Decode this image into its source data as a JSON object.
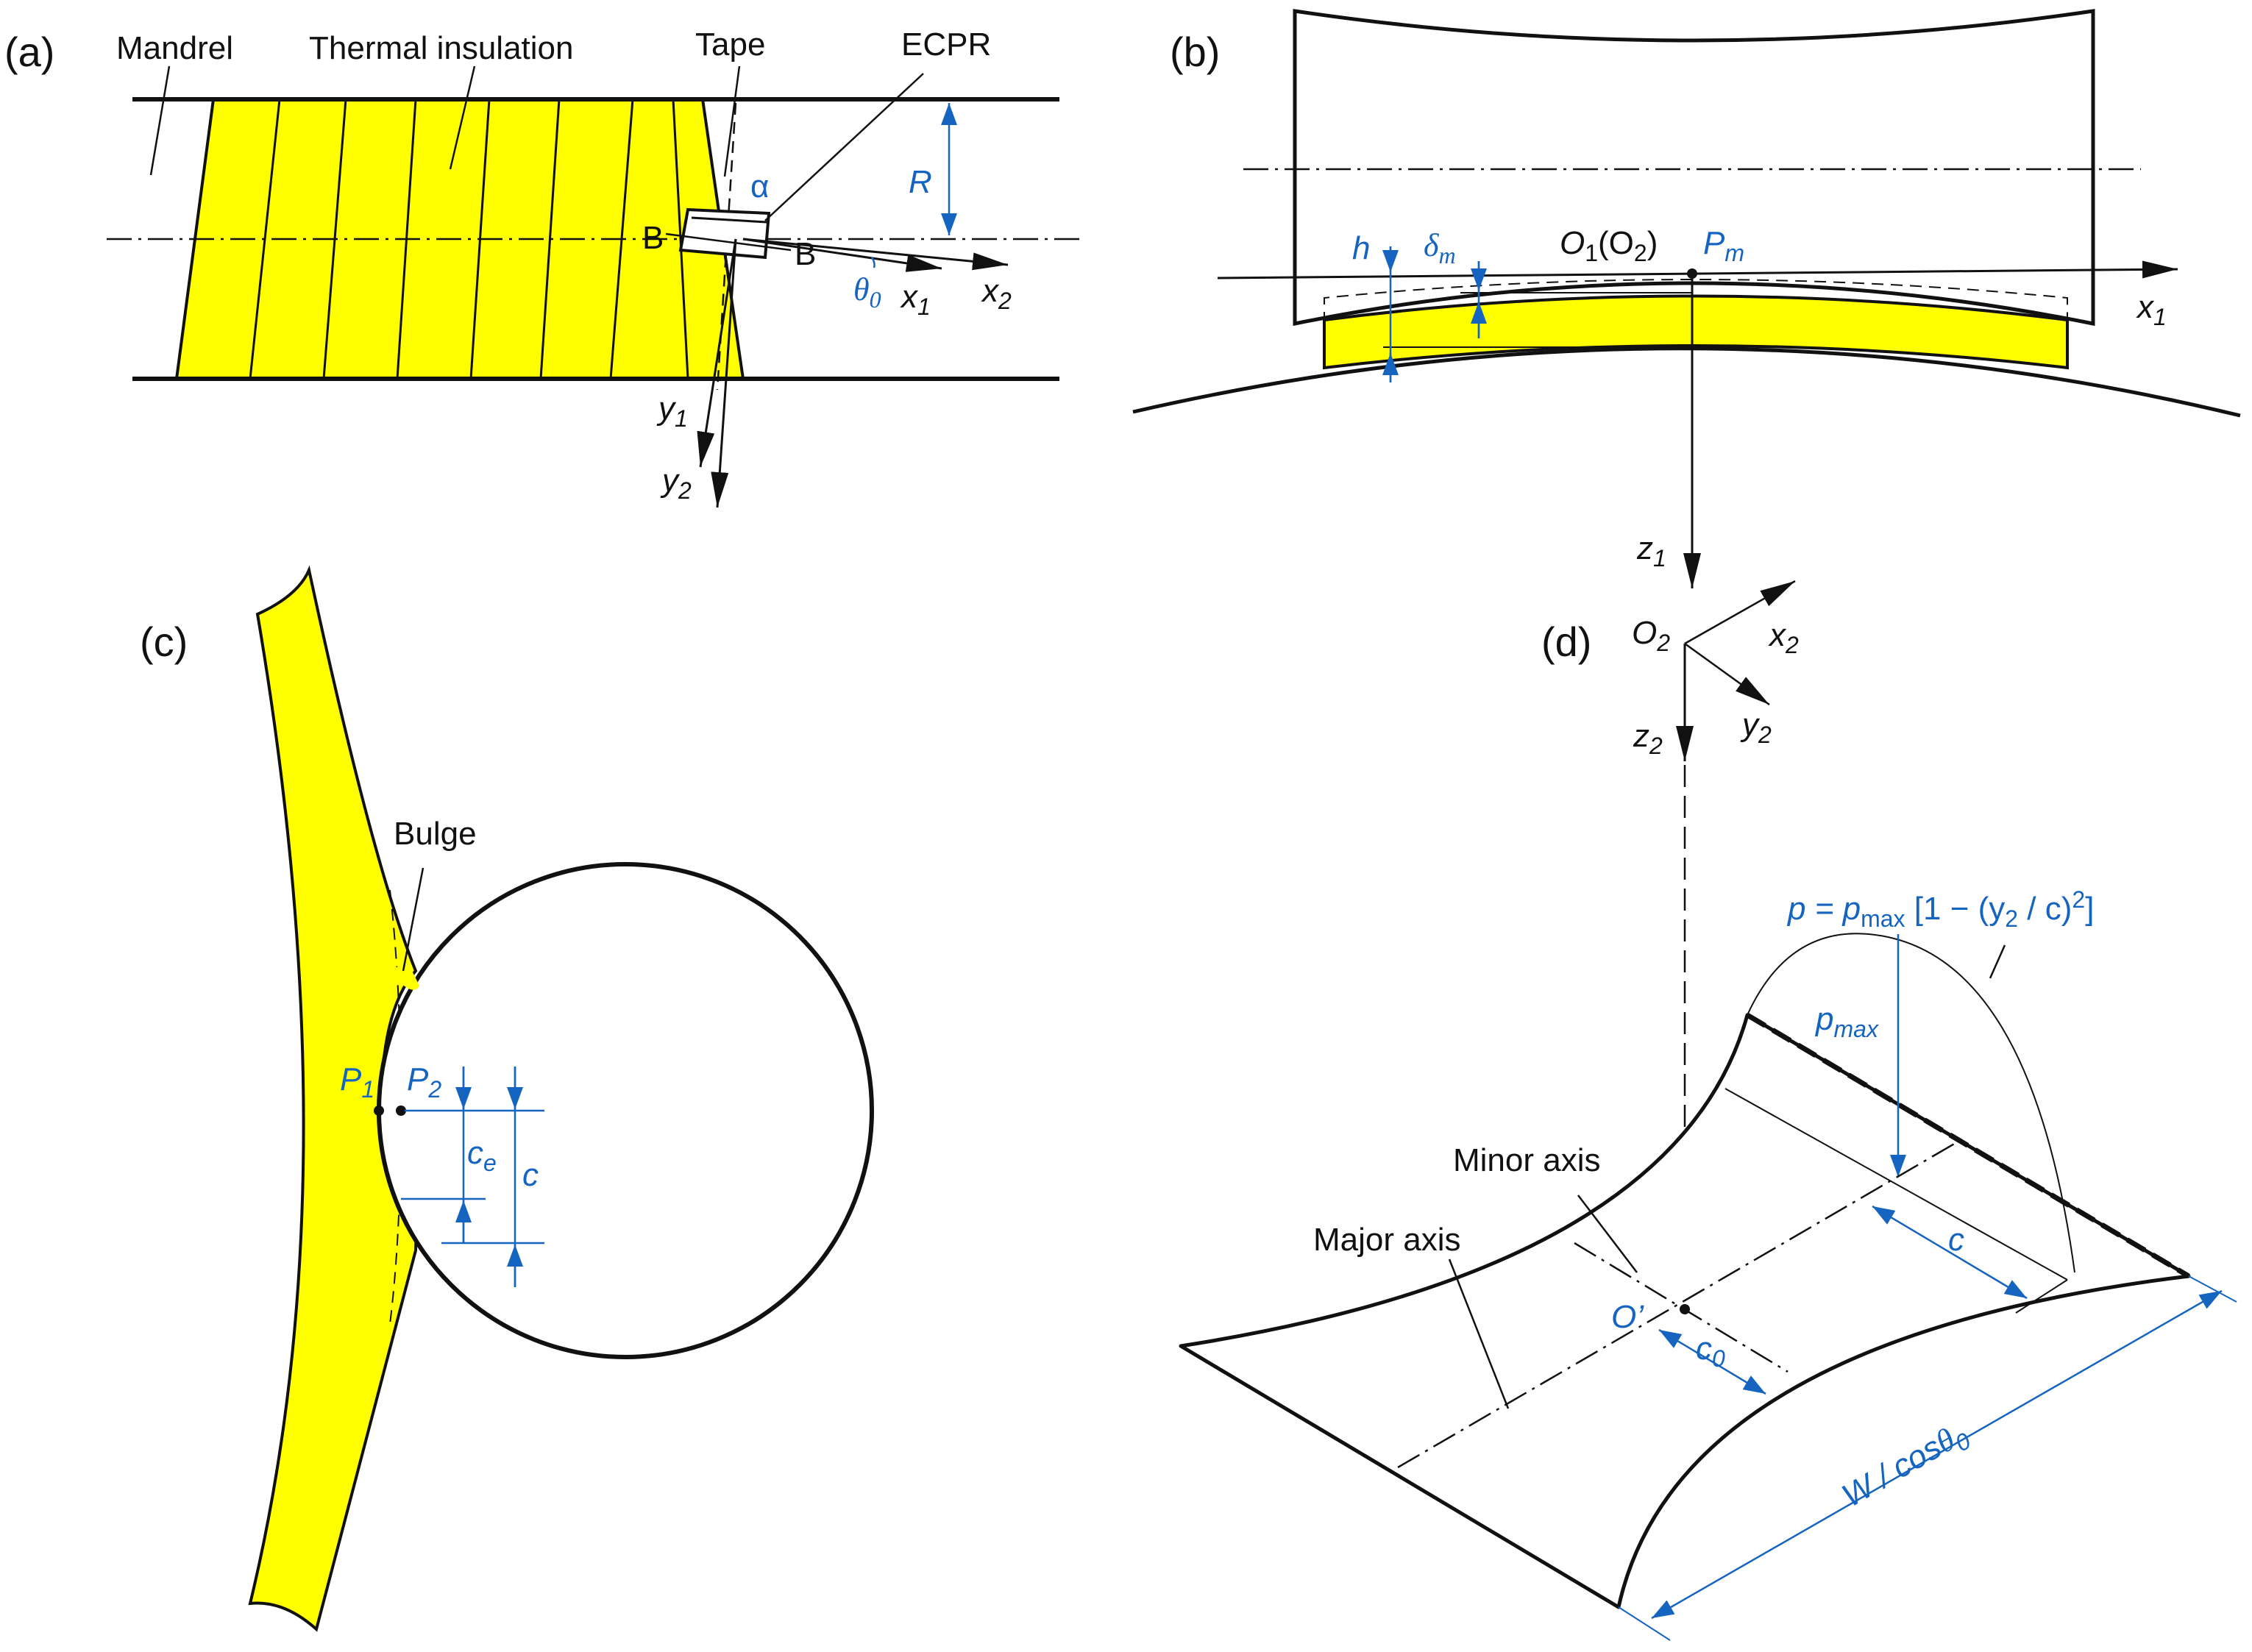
{
  "colors": {
    "tape_fill": "#ffff00",
    "annotation_blue": "#1565c0",
    "line_black": "#111111"
  },
  "panel_a": {
    "label": "(a)",
    "mandrel": "Mandrel",
    "insulation": "Thermal insulation",
    "tape": "Tape",
    "ecpr": "ECPR",
    "alpha": "α",
    "R": "R",
    "B": "B",
    "theta0": "θ",
    "theta0_sub": "0",
    "x": "x",
    "y": "y",
    "sub1": "1",
    "sub2": "2"
  },
  "panel_b": {
    "label": "(b)",
    "h": "h",
    "delta": "δ",
    "delta_sub": "m",
    "O1": "O",
    "O1_sub": "1",
    "O2_open": "(O",
    "O2_sub": "2",
    "O2_close": ")",
    "Pm": "P",
    "Pm_sub": "m",
    "x": "x",
    "z": "z",
    "sub1": "1"
  },
  "panel_c": {
    "label": "(c)",
    "bulge": "Bulge",
    "P": "P",
    "sub1": "1",
    "sub2": "2",
    "c": "c",
    "ce_sub": "e"
  },
  "panel_d": {
    "label": "(d)",
    "O2": "O",
    "x": "x",
    "y": "y",
    "z": "z",
    "sub2": "2",
    "pressure_lhs": "p = p",
    "pressure_sub": "max",
    "pressure_rhs_1": " [1 − (y",
    "pressure_rhs_2": " / c)",
    "pressure_exp": "2",
    "pressure_close": "]",
    "pmax": "p",
    "pmax_sub": "max",
    "minor_axis": "Minor axis",
    "major_axis": "Major axis",
    "O_prime": "O’",
    "c": "c",
    "c0": "c",
    "c0_sub": "0",
    "width": "W / cos",
    "width_theta": "θ",
    "width_sub": "0"
  }
}
